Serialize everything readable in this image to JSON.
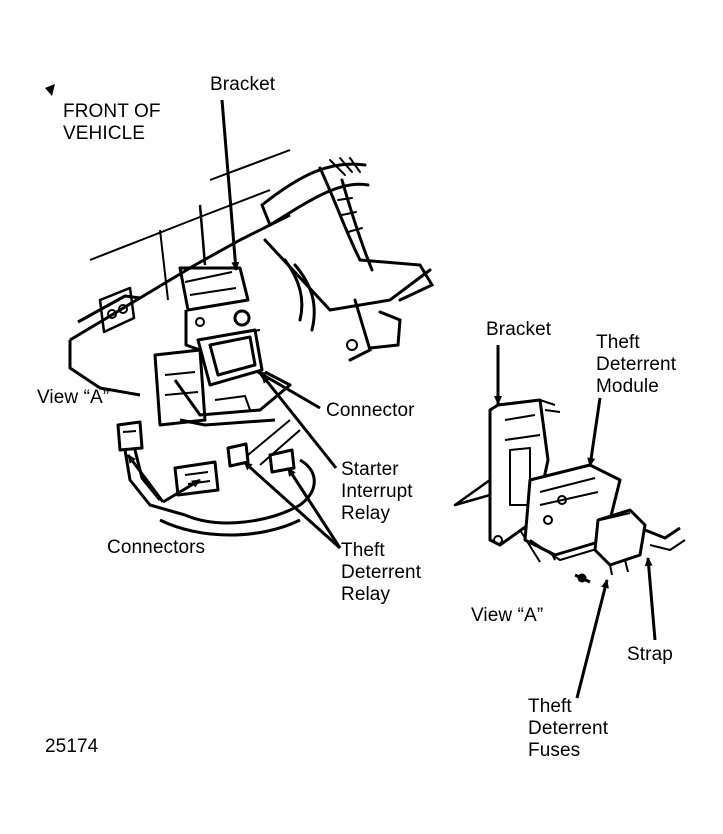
{
  "labels": {
    "front_of_vehicle": [
      "FRONT OF",
      "VEHICLE"
    ],
    "bracket_left": "Bracket",
    "view_a_left": "View “A”",
    "connector": "Connector",
    "starter_interrupt_relay": [
      "Starter",
      "Interrupt",
      "Relay"
    ],
    "connectors": "Connectors",
    "theft_deterrent_relay": [
      "Theft",
      "Deterrent",
      "Relay"
    ],
    "bracket_right": "Bracket",
    "theft_deterrent_module": [
      "Theft",
      "Deterrent",
      "Module"
    ],
    "view_a_right": "View “A”",
    "strap": "Strap",
    "theft_deterrent_fuses": [
      "Theft",
      "Deterrent",
      "Fuses"
    ],
    "figure_number": "25174"
  },
  "colors": {
    "ink": "#000000",
    "paper": "#ffffff"
  }
}
